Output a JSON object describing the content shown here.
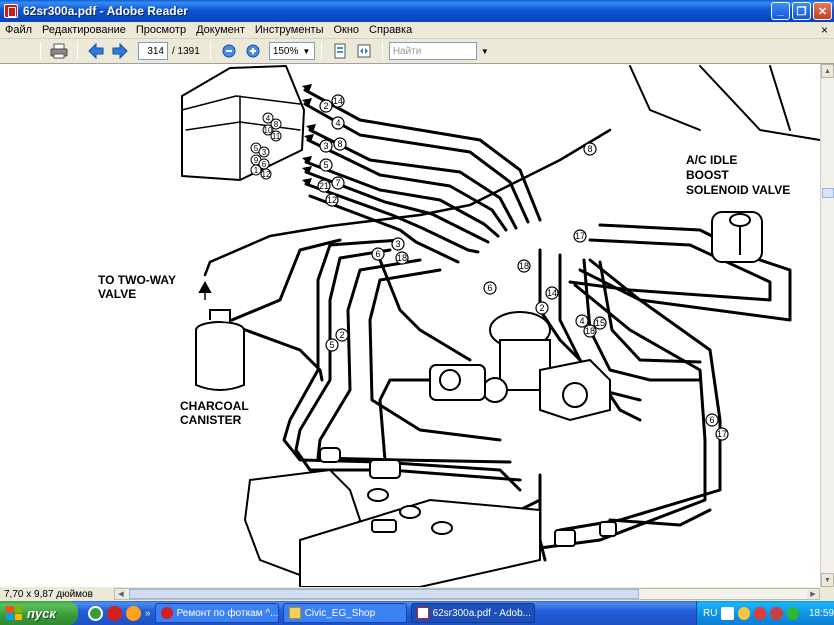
{
  "window": {
    "title": "62sr300a.pdf - Adobe Reader",
    "buttons": [
      "_",
      "❐",
      "✕"
    ]
  },
  "menu": {
    "items": [
      "Файл",
      "Редактирование",
      "Просмотр",
      "Документ",
      "Инструменты",
      "Окно",
      "Справка"
    ],
    "close_glyph": "×"
  },
  "toolbar": {
    "page_current": "314",
    "page_total": "/ 1391",
    "zoom": "150%",
    "search_placeholder": "Найти"
  },
  "document": {
    "labels": {
      "two_way_1": "TO TWO-WAY",
      "two_way_2": "VALVE",
      "canister_1": "CHARCOAL",
      "canister_2": "CANISTER",
      "ac_1": "A/C IDLE",
      "ac_2": "BOOST",
      "ac_3": "SOLENOID VALVE"
    },
    "hose_numbers": [
      "14",
      "2",
      "4",
      "3",
      "8",
      "5",
      "7",
      "21",
      "12",
      "8",
      "17",
      "3",
      "18",
      "6",
      "6",
      "18",
      "14",
      "2",
      "5",
      "2",
      "4",
      "18",
      "15",
      "6",
      "17"
    ],
    "box_numbers": [
      "4",
      "8",
      "10",
      "11",
      "5",
      "3",
      "9",
      "6",
      "1",
      "12"
    ]
  },
  "status": {
    "page_size": "7,70 x 9,87 дюймов"
  },
  "taskbar": {
    "start_label": "пуск",
    "tasks": [
      {
        "label": "Ремонт по фоткам ^...",
        "icon": "opera-icon"
      },
      {
        "label": "Civic_EG_Shop",
        "icon": "folder-icon"
      },
      {
        "label": "62sr300a.pdf - Adob...",
        "icon": "pdf-icon"
      }
    ],
    "tray_lang": "RU",
    "clock": "18:59"
  }
}
